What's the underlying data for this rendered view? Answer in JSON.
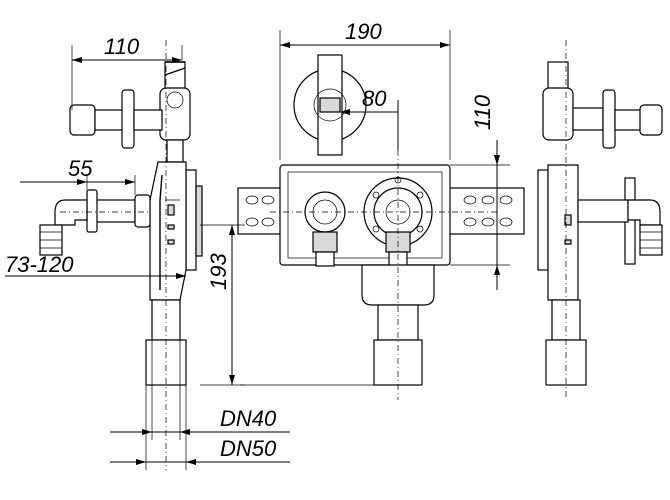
{
  "dimensions": {
    "top_width_left": "110",
    "top_width_center": "190",
    "circle_diameter": "80",
    "vertical_right": "110",
    "left_offset": "55",
    "wall_range": "73-120",
    "height": "193",
    "pipe_dn40": "DN40",
    "pipe_dn50": "DN50"
  }
}
